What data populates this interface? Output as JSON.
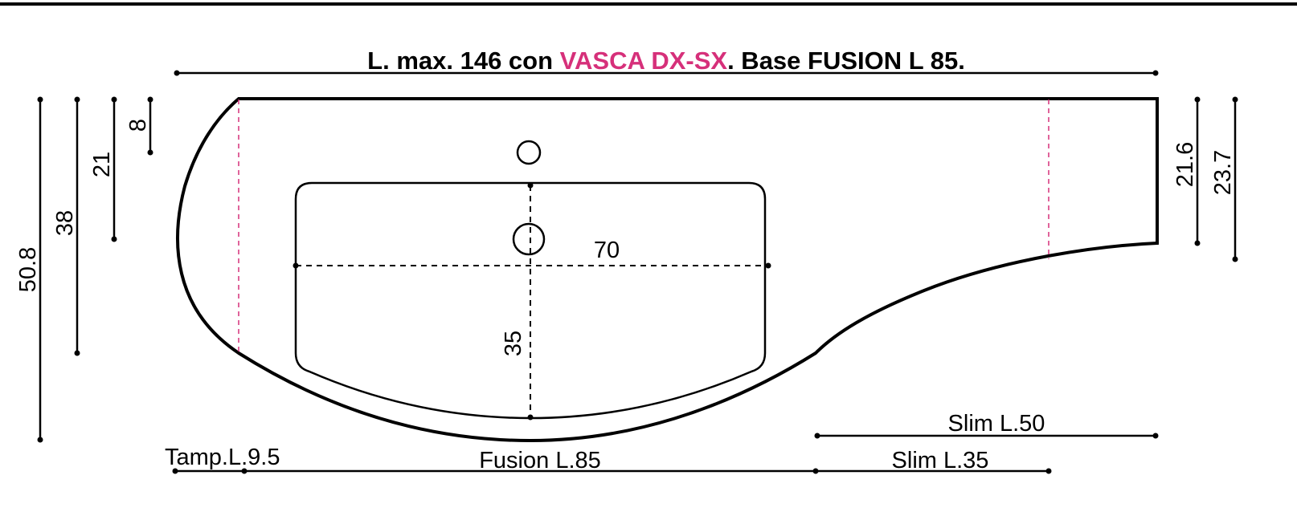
{
  "title": {
    "part1": "L. max. 146 con ",
    "highlight": "VASCA DX-SX",
    "part2": ". Base FUSION L 85.",
    "highlight_color": "#d6307a"
  },
  "dimensions": {
    "left": [
      "50.8",
      "38",
      "21",
      "8"
    ],
    "right": [
      "21.6",
      "23.7"
    ],
    "basin_width": "70",
    "basin_depth": "35",
    "bottom": {
      "tamp": "Tamp.L.9.5",
      "fusion": "Fusion L.85",
      "slim35": "Slim L.35",
      "slim50": "Slim L.50"
    }
  }
}
